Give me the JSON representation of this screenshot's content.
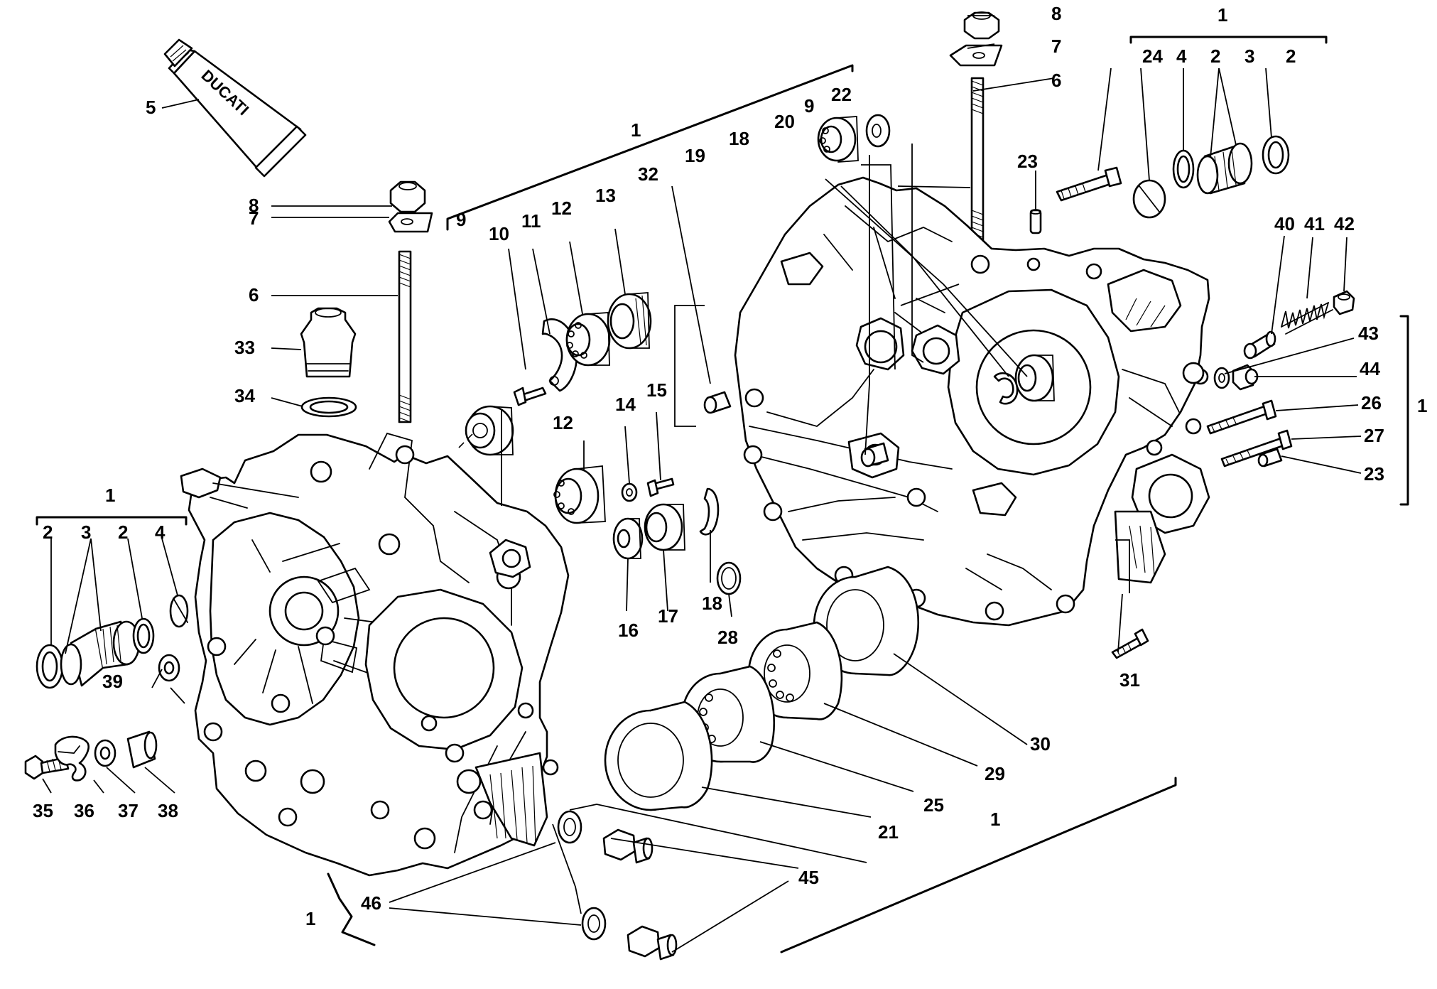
{
  "figure": {
    "brand_text": "DUCATI",
    "callouts": [
      {
        "id": "tube",
        "text": "5"
      },
      {
        "id": "nut-top",
        "text": "8"
      },
      {
        "id": "washer-top",
        "text": "7"
      },
      {
        "id": "stud-top",
        "text": "6"
      },
      {
        "id": "nut-left",
        "text": "8"
      },
      {
        "id": "washer-left",
        "text": "7"
      },
      {
        "id": "stud-left",
        "text": "6"
      },
      {
        "id": "plug-left",
        "text": "33"
      },
      {
        "id": "seal-left",
        "text": "34"
      },
      {
        "id": "group-left",
        "text": "1"
      },
      {
        "id": "bearing-left-a",
        "text": "2"
      },
      {
        "id": "bearing-left-b",
        "text": "3"
      },
      {
        "id": "bearing-left-c",
        "text": "2"
      },
      {
        "id": "ring-left",
        "text": "4"
      },
      {
        "id": "group-top",
        "text": "1"
      },
      {
        "id": "bearing-9a",
        "text": "9"
      },
      {
        "id": "screw-10",
        "text": "10"
      },
      {
        "id": "plate-11",
        "text": "11"
      },
      {
        "id": "bearing-12a",
        "text": "12"
      },
      {
        "id": "seal-13",
        "text": "13"
      },
      {
        "id": "dowel-32",
        "text": "32"
      },
      {
        "id": "bearing-12b",
        "text": "12"
      },
      {
        "id": "washer-14",
        "text": "14"
      },
      {
        "id": "screw-15",
        "text": "15"
      },
      {
        "id": "seal-16",
        "text": "16"
      },
      {
        "id": "bearing-17",
        "text": "17"
      },
      {
        "id": "circlip-18a",
        "text": "18"
      },
      {
        "id": "oring-28",
        "text": "28"
      },
      {
        "id": "dowel-19",
        "text": "19"
      },
      {
        "id": "circlip-18b",
        "text": "18"
      },
      {
        "id": "bearing-20",
        "text": "20"
      },
      {
        "id": "bearing-9b",
        "text": "9"
      },
      {
        "id": "washer-22",
        "text": "22"
      },
      {
        "id": "dowel-23a",
        "text": "23"
      },
      {
        "id": "group-right-top",
        "text": "1"
      },
      {
        "id": "bolt-24",
        "text": "24"
      },
      {
        "id": "ring-4b",
        "text": "4"
      },
      {
        "id": "bearing-2b",
        "text": "2"
      },
      {
        "id": "bearing-3b",
        "text": "3"
      },
      {
        "id": "bearing-2c",
        "text": "2"
      },
      {
        "id": "cap-40",
        "text": "40"
      },
      {
        "id": "spring-41",
        "text": "41"
      },
      {
        "id": "plug-42",
        "text": "42"
      },
      {
        "id": "washer-43",
        "text": "43"
      },
      {
        "id": "plug-44",
        "text": "44"
      },
      {
        "id": "bolt-26",
        "text": "26"
      },
      {
        "id": "bolt-27",
        "text": "27"
      },
      {
        "id": "dowel-23b",
        "text": "23"
      },
      {
        "id": "group-right",
        "text": "1"
      },
      {
        "id": "screw-31",
        "text": "31"
      },
      {
        "id": "race-30",
        "text": "30"
      },
      {
        "id": "bearing-29",
        "text": "29"
      },
      {
        "id": "bearing-25",
        "text": "25"
      },
      {
        "id": "race-21",
        "text": "21"
      },
      {
        "id": "group-bottom",
        "text": "1"
      },
      {
        "id": "sensor-45",
        "text": "45"
      },
      {
        "id": "washer-46",
        "text": "46"
      },
      {
        "id": "group-bottom-left",
        "text": "1"
      },
      {
        "id": "bolt-35",
        "text": "35"
      },
      {
        "id": "clip-36",
        "text": "36"
      },
      {
        "id": "washer-37",
        "text": "37"
      },
      {
        "id": "bush-38",
        "text": "38"
      },
      {
        "id": "seal-39",
        "text": "39"
      }
    ]
  }
}
